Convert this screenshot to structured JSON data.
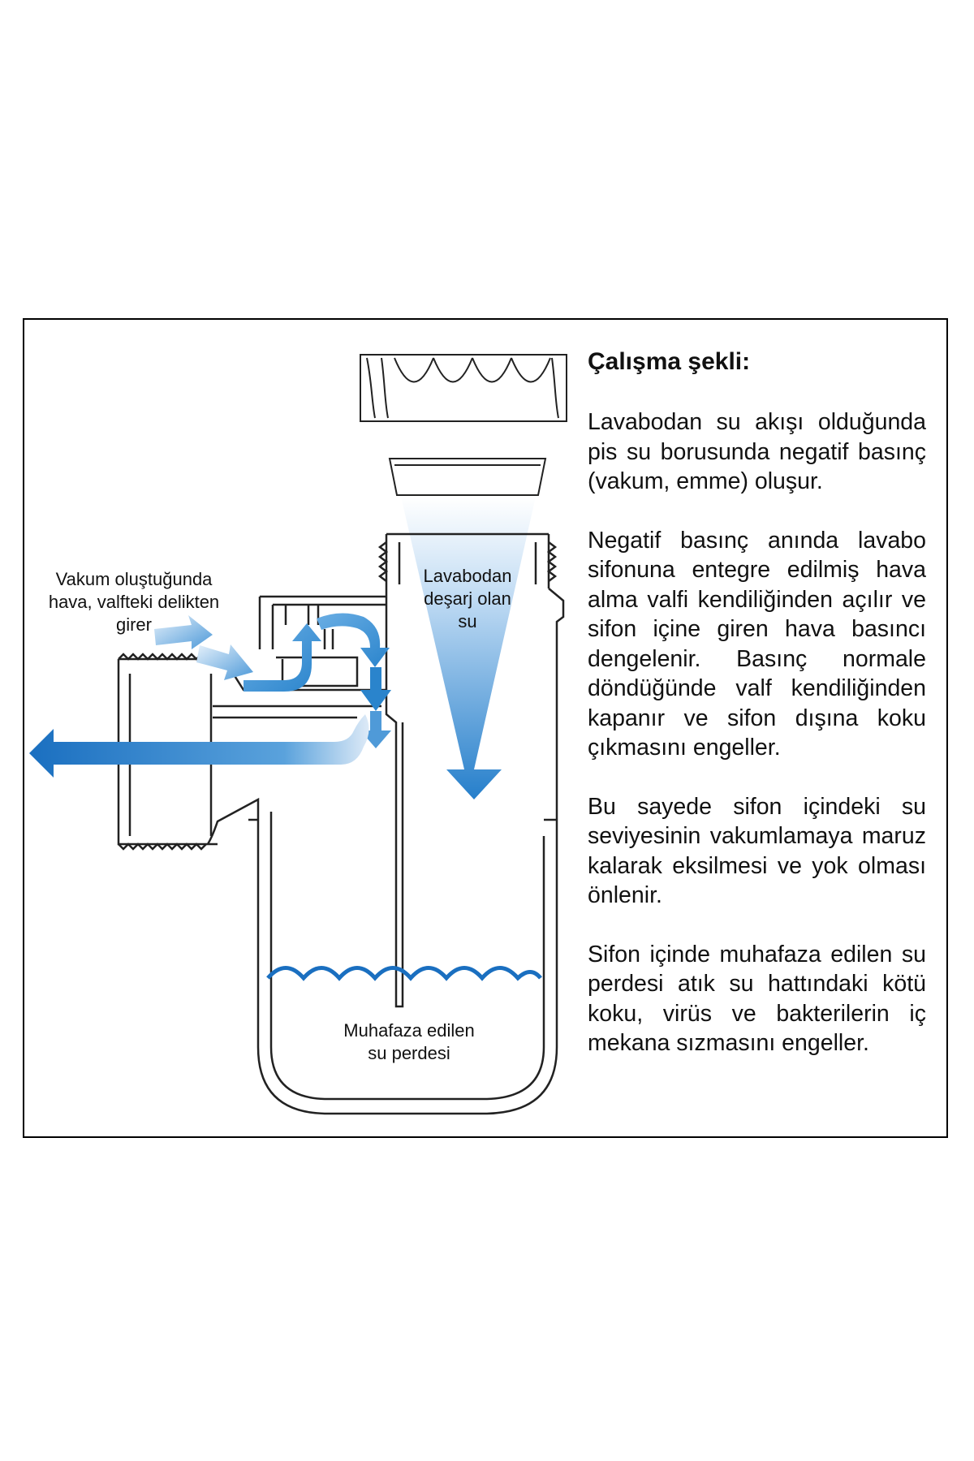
{
  "heading": "Çalışma şekli:",
  "paragraphs": [
    "Lavabodan su akışı olduğunda pis su borusunda negatif basınç (vakum, emme) oluşur.",
    "Negatif basınç anında lavabo sifonuna entegre edilmiş hava alma valfi kendiliğinden açılır ve sifon içine giren hava basıncı dengelenir. Basınç normale döndüğünde valf kendiliğinden kapanır ve sifon dışına koku çıkmasını engeller.",
    "Bu sayede sifon içindeki su seviyesinin vakumlamaya maruz kalarak eksilmesi ve yok olması önlenir.",
    "Sifon içinde muhafaza edilen su perdesi atık su hattındaki kötü koku, virüs ve bakterilerin iç mekana sızmasını engeller."
  ],
  "labels": {
    "air_inlet": [
      "Vakum oluştuğunda",
      "hava, valfteki delikten",
      "girer"
    ],
    "discharge": [
      "Lavabodan",
      "deşarj olan",
      "su"
    ],
    "water_seal": [
      "Muhafaza edilen",
      "su perdesi"
    ]
  },
  "colors": {
    "arrow_blue": "#1a78c8",
    "light_blue": "#9cc8ee",
    "water_line": "#1a6fc0",
    "outline": "#222222"
  }
}
